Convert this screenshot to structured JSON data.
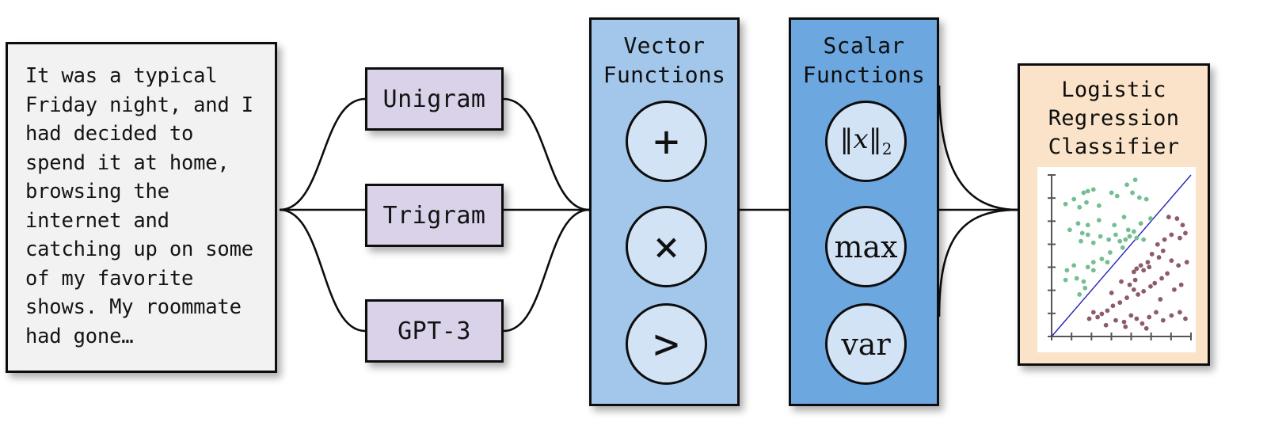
{
  "diagram": {
    "title": "Text feature extraction and classification pipeline",
    "colors": {
      "text_panel_bg": "#f2f2f2",
      "feature_box_bg": "#d9d2e9",
      "vector_panel_bg": "#a3c7ea",
      "scalar_panel_bg": "#6ca7e0",
      "circle_bg": "#d3e3f6",
      "classifier_bg": "#fae3c8",
      "stroke": "#0d0d0d",
      "class_a_point": "#73bf91",
      "class_b_point": "#8d5b6b",
      "decision_boundary": "#2222bb",
      "axis": "#555555"
    }
  },
  "text_sample": {
    "name": "input-text-passage",
    "content": "It was a typical\nFriday night, and I\nhad decided to\nspend it at home,\nbrowsing the\ninternet and\ncatching up on some\nof my favorite\nshows. My roommate\nhad gone…"
  },
  "feature_models": [
    {
      "label": "Unigram"
    },
    {
      "label": "Trigram"
    },
    {
      "label": "GPT-3"
    }
  ],
  "vector_functions": {
    "title_line1": "Vector",
    "title_line2": "Functions",
    "ops": [
      {
        "symbol": "+",
        "icon": "plus-icon"
      },
      {
        "symbol": "×",
        "icon": "multiply-icon"
      },
      {
        "symbol": ">",
        "icon": "greater-than-icon"
      }
    ]
  },
  "scalar_functions": {
    "title_line1": "Scalar",
    "title_line2": "Functions",
    "ops": [
      {
        "symbol": "||x||2",
        "icon": "l2-norm-icon"
      },
      {
        "symbol": "max",
        "icon": "max-icon"
      },
      {
        "symbol": "var",
        "icon": "var-icon"
      }
    ]
  },
  "classifier": {
    "title_line1": "Logistic",
    "title_line2": "Regression",
    "title_line3": "Classifier"
  },
  "chart_data": {
    "type": "scatter",
    "title": "",
    "xlabel": "",
    "ylabel": "",
    "xlim": [
      0,
      10
    ],
    "ylim": [
      0,
      10
    ],
    "grid": false,
    "legend": "none",
    "xticks": [
      0,
      1.43,
      2.86,
      4.29,
      5.71,
      7.14,
      8.57,
      10
    ],
    "yticks": [
      0,
      1.43,
      2.86,
      4.29,
      5.71,
      7.14,
      8.57,
      10
    ],
    "annotations": [
      {
        "type": "line",
        "name": "decision-boundary",
        "from": [
          0,
          0
        ],
        "to": [
          10,
          10
        ],
        "color": "#2222bb"
      }
    ],
    "series": [
      {
        "name": "class-a",
        "color": "#73bf91",
        "points": [
          [
            1.6,
            8.5
          ],
          [
            2.3,
            8.9
          ],
          [
            2.6,
            9.0
          ],
          [
            3.0,
            9.1
          ],
          [
            2.5,
            8.3
          ],
          [
            3.4,
            8.1
          ],
          [
            4.3,
            8.9
          ],
          [
            4.7,
            8.7
          ],
          [
            5.4,
            9.4
          ],
          [
            5.8,
            8.9
          ],
          [
            6.0,
            9.7
          ],
          [
            6.3,
            8.6
          ],
          [
            6.8,
            8.5
          ],
          [
            1.0,
            8.2
          ],
          [
            2.0,
            8.0
          ],
          [
            1.9,
            7.0
          ],
          [
            2.6,
            6.9
          ],
          [
            1.3,
            6.6
          ],
          [
            2.2,
            6.4
          ],
          [
            2.6,
            6.3
          ],
          [
            2.1,
            5.9
          ],
          [
            3.4,
            7.2
          ],
          [
            3.5,
            6.2
          ],
          [
            4.5,
            6.9
          ],
          [
            4.6,
            6.3
          ],
          [
            5.2,
            7.4
          ],
          [
            5.5,
            6.6
          ],
          [
            5.6,
            6.2
          ],
          [
            5.3,
            6.0
          ],
          [
            5.9,
            6.5
          ],
          [
            4.9,
            5.9
          ],
          [
            4.1,
            6.0
          ],
          [
            3.0,
            5.8
          ],
          [
            1.6,
            4.4
          ],
          [
            1.1,
            4.1
          ],
          [
            1.0,
            3.5
          ],
          [
            1.8,
            3.6
          ],
          [
            2.3,
            3.4
          ],
          [
            2.6,
            4.3
          ],
          [
            3.0,
            4.6
          ],
          [
            3.0,
            4.1
          ],
          [
            3.6,
            4.8
          ],
          [
            4.0,
            4.6
          ],
          [
            4.2,
            5.2
          ],
          [
            2.0,
            2.6
          ],
          [
            2.4,
            3.0
          ],
          [
            5.1,
            5.5
          ],
          [
            6.1,
            6.1
          ],
          [
            6.4,
            7.0
          ],
          [
            7.1,
            7.3
          ],
          [
            6.6,
            6.0
          ]
        ]
      },
      {
        "name": "class-b",
        "color": "#8d5b6b",
        "points": [
          [
            8.4,
            7.4
          ],
          [
            9.0,
            7.3
          ],
          [
            9.4,
            6.9
          ],
          [
            8.6,
            6.3
          ],
          [
            9.2,
            6.1
          ],
          [
            9.6,
            6.4
          ],
          [
            8.1,
            6.0
          ],
          [
            7.6,
            5.7
          ],
          [
            8.0,
            5.3
          ],
          [
            7.2,
            5.1
          ],
          [
            7.7,
            4.9
          ],
          [
            6.9,
            4.6
          ],
          [
            6.4,
            4.4
          ],
          [
            6.1,
            4.2
          ],
          [
            5.9,
            4.0
          ],
          [
            6.6,
            4.1
          ],
          [
            7.0,
            4.3
          ],
          [
            8.6,
            4.7
          ],
          [
            9.1,
            4.4
          ],
          [
            9.7,
            4.6
          ],
          [
            8.3,
            3.9
          ],
          [
            7.9,
            3.6
          ],
          [
            7.4,
            3.3
          ],
          [
            7.1,
            3.1
          ],
          [
            6.6,
            2.8
          ],
          [
            6.2,
            2.6
          ],
          [
            5.9,
            2.9
          ],
          [
            5.4,
            2.4
          ],
          [
            4.9,
            2.1
          ],
          [
            4.4,
            1.9
          ],
          [
            4.0,
            1.6
          ],
          [
            3.6,
            1.4
          ],
          [
            3.3,
            1.2
          ],
          [
            3.0,
            1.5
          ],
          [
            2.7,
            1.1
          ],
          [
            4.6,
            1.0
          ],
          [
            5.2,
            0.9
          ],
          [
            5.7,
            1.3
          ],
          [
            6.1,
            1.1
          ],
          [
            6.5,
            0.8
          ],
          [
            7.0,
            1.2
          ],
          [
            7.5,
            1.5
          ],
          [
            8.0,
            1.0
          ],
          [
            8.6,
            1.3
          ],
          [
            9.2,
            1.5
          ],
          [
            9.6,
            1.1
          ],
          [
            5.0,
            3.4
          ],
          [
            5.6,
            3.2
          ],
          [
            6.0,
            3.5
          ],
          [
            4.3,
            2.7
          ],
          [
            8.8,
            2.9
          ],
          [
            9.3,
            3.2
          ],
          [
            7.8,
            2.3
          ],
          [
            3.9,
            0.7
          ],
          [
            6.8,
            0.5
          ],
          [
            5.3,
            0.6
          ]
        ]
      }
    ]
  }
}
